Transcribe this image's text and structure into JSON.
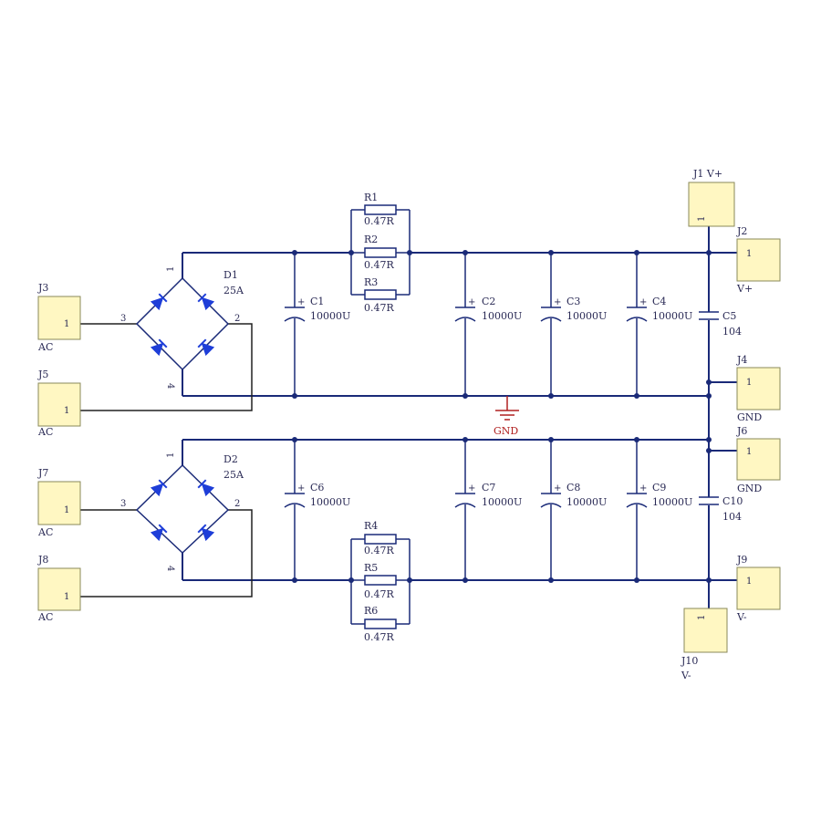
{
  "bridges": {
    "d1": {
      "ref": "D1",
      "value": "25A",
      "pin1": "1",
      "pin2": "2",
      "pin3": "3",
      "pin4": "4"
    },
    "d2": {
      "ref": "D2",
      "value": "25A",
      "pin1": "1",
      "pin2": "2",
      "pin3": "3",
      "pin4": "4"
    }
  },
  "connectors": {
    "j1": {
      "ref": "J1 V+",
      "pin": "1"
    },
    "j2": {
      "ref": "J2",
      "pin": "1",
      "net": "V+"
    },
    "j3": {
      "ref": "J3",
      "pin": "1",
      "net": "AC"
    },
    "j4": {
      "ref": "J4",
      "pin": "1",
      "net": "GND"
    },
    "j5": {
      "ref": "J5",
      "pin": "1",
      "net": "AC"
    },
    "j6": {
      "ref": "J6",
      "pin": "1",
      "net": "GND"
    },
    "j7": {
      "ref": "J7",
      "pin": "1",
      "net": "AC"
    },
    "j8": {
      "ref": "J8",
      "pin": "1",
      "net": "AC"
    },
    "j9": {
      "ref": "J9",
      "pin": "1",
      "net": "V-"
    },
    "j10": {
      "ref": "J10",
      "pin": "1",
      "net": "V-"
    }
  },
  "resistors": {
    "r1": {
      "ref": "R1",
      "value": "0.47R"
    },
    "r2": {
      "ref": "R2",
      "value": "0.47R"
    },
    "r3": {
      "ref": "R3",
      "value": "0.47R"
    },
    "r4": {
      "ref": "R4",
      "value": "0.47R"
    },
    "r5": {
      "ref": "R5",
      "value": "0.47R"
    },
    "r6": {
      "ref": "R6",
      "value": "0.47R"
    }
  },
  "capacitors": {
    "c1": {
      "ref": "C1",
      "value": "10000U",
      "polarity": "+"
    },
    "c2": {
      "ref": "C2",
      "value": "10000U",
      "polarity": "+"
    },
    "c3": {
      "ref": "C3",
      "value": "10000U",
      "polarity": "+"
    },
    "c4": {
      "ref": "C4",
      "value": "10000U",
      "polarity": "+"
    },
    "c5": {
      "ref": "C5",
      "value": "104"
    },
    "c6": {
      "ref": "C6",
      "value": "10000U",
      "polarity": "+"
    },
    "c7": {
      "ref": "C7",
      "value": "10000U",
      "polarity": "+"
    },
    "c8": {
      "ref": "C8",
      "value": "10000U",
      "polarity": "+"
    },
    "c9": {
      "ref": "C9",
      "value": "10000U",
      "polarity": "+"
    },
    "c10": {
      "ref": "C10",
      "value": "104"
    }
  },
  "ground": {
    "label": "GND"
  },
  "colors": {
    "wire": "#1a2a78",
    "diode": "#1e3ed8",
    "pad": "#fff7c2",
    "ground": "#b02020"
  }
}
